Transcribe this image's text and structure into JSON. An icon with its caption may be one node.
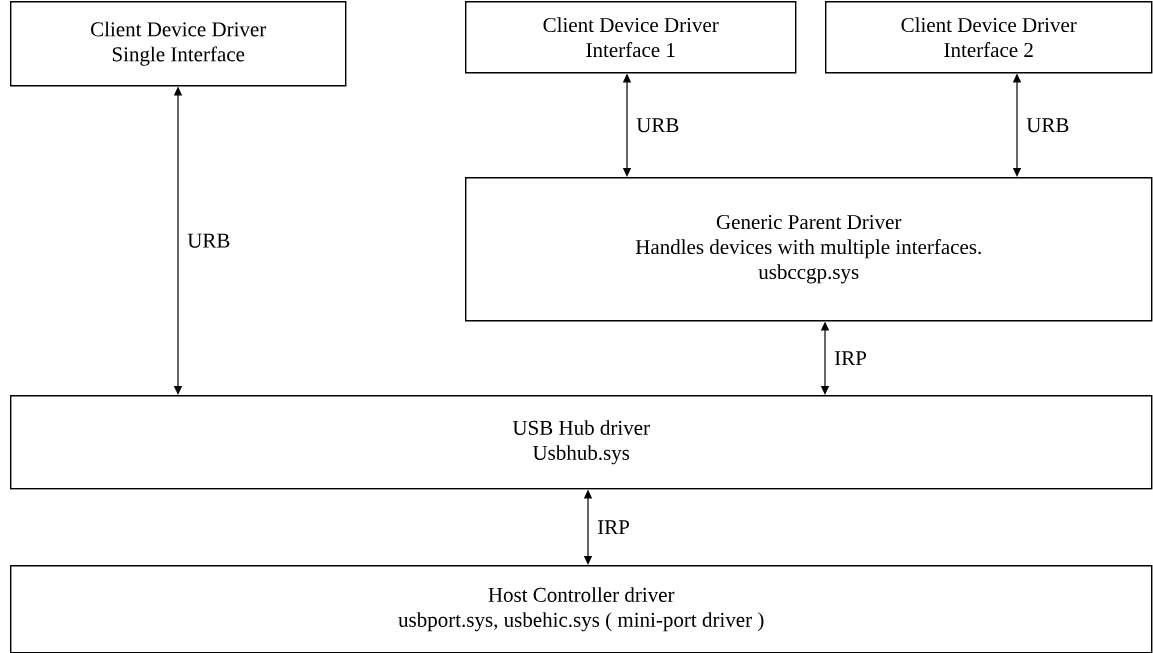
{
  "diagram": {
    "nodes": [
      {
        "text": [
          "Client Device Driver",
          "Single Interface"
        ]
      },
      {
        "text": [
          "Client Device Driver",
          "Interface 1"
        ]
      },
      {
        "text": [
          "Client Device Driver",
          "Interface 2"
        ]
      },
      {
        "text": [
          "Generic Parent Driver",
          "Handles devices with multiple interfaces.",
          "usbccgp.sys"
        ]
      },
      {
        "text": [
          "USB Hub driver",
          "Usbhub.sys"
        ]
      },
      {
        "text": [
          "Host Controller driver",
          "usbport.sys,  usbehic.sys ( mini-port driver )"
        ]
      }
    ],
    "edges": [
      {
        "from": 0,
        "to": 4,
        "arrow": "both",
        "label": "URB"
      },
      {
        "from": 1,
        "to": 3,
        "arrow": "both",
        "label": "URB"
      },
      {
        "from": 2,
        "to": 3,
        "arrow": "both",
        "label": "URB"
      },
      {
        "from": 3,
        "to": 4,
        "arrow": "both",
        "label": "IRP"
      },
      {
        "from": 4,
        "to": 5,
        "arrow": "both",
        "label": "IRP"
      }
    ]
  }
}
